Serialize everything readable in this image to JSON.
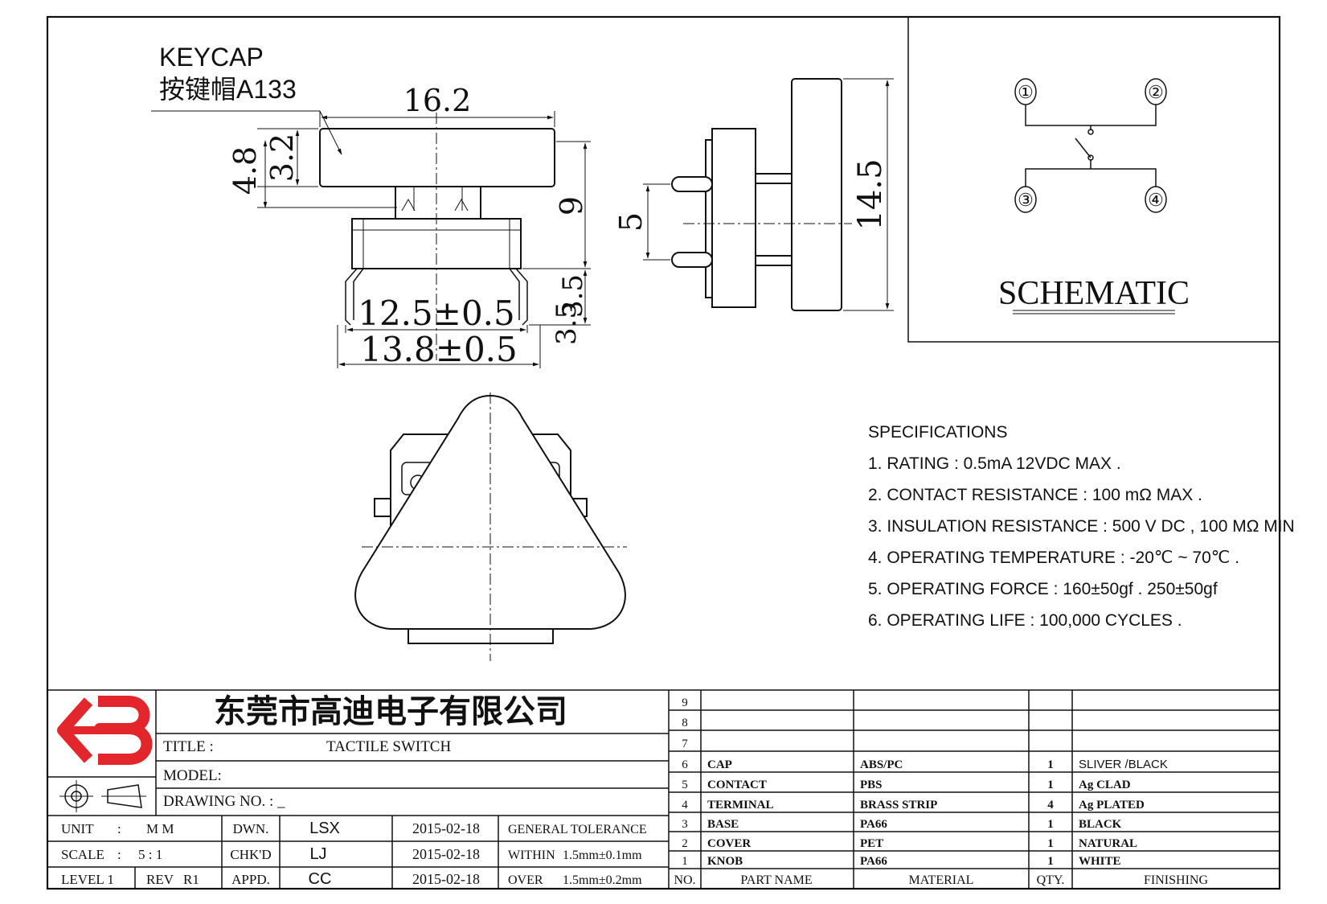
{
  "drawing": {
    "keycap_label": "KEYCAP",
    "keycap_label_cn": "按键帽A133",
    "dim_width": "16.2",
    "dim_total_height": "4.8",
    "dim_cap_height": "3.2",
    "dim_height": "9",
    "dim_leg": "3.5",
    "dim_leg2": "3.5",
    "dim_inner": "12.5±0.5",
    "dim_outer": "13.8±0.5",
    "dim_pin_pitch": "5",
    "dim_side_height": "14.5"
  },
  "schematic": {
    "title": "SCHEMATIC",
    "pins": [
      "①",
      "②",
      "③",
      "④"
    ]
  },
  "specifications": {
    "heading": "SPECIFICATIONS",
    "items": [
      "1. RATING : 0.5mA 12VDC MAX .",
      "2. CONTACT RESISTANCE : 100 mΩ MAX .",
      "3. INSULATION RESISTANCE : 500 V DC , 100 MΩ MIN",
      "4. OPERATING TEMPERATURE : -20℃ ~ 70℃ .",
      "5. OPERATING FORCE : 160±50gf . 250±50gf",
      "6. OPERATING LIFE : 100,000 CYCLES ."
    ]
  },
  "title_block": {
    "company": "东莞市高迪电子有限公司",
    "title_label": "TITLE :",
    "title_value": "TACTILE SWITCH",
    "model_label": "MODEL:",
    "drawing_no_label": "DRAWING NO. : _",
    "unit_label": "UNIT",
    "unit_colon": ":",
    "unit_value": "M M",
    "scale_label": "SCALE",
    "scale_colon": ":",
    "scale_value": "5 : 1",
    "level_label": "LEVEL 1",
    "rev_label": "REV",
    "rev_value": "R1",
    "dwn_label": "DWN.",
    "dwn_value": "LSX",
    "dwn_date": "2015-02-18",
    "chk_label": "CHK'D",
    "chk_value": "LJ",
    "chk_date": "2015-02-18",
    "appd_label": "APPD.",
    "appd_value": "CC",
    "appd_date": "2015-02-18",
    "tolerance_label": "GENERAL TOLERANCE",
    "within_label": "WITHIN",
    "within_value": "1.5mm±0.1mm",
    "over_label": "OVER",
    "over_value": "1.5mm±0.2mm"
  },
  "bom": {
    "headers": {
      "no": "NO.",
      "part": "PART  NAME",
      "material": "MATERIAL",
      "qty": "QTY.",
      "finishing": "FINISHING"
    },
    "rows": [
      {
        "no": "9",
        "part": "",
        "material": "",
        "qty": "",
        "finishing": ""
      },
      {
        "no": "8",
        "part": "",
        "material": "",
        "qty": "",
        "finishing": ""
      },
      {
        "no": "7",
        "part": "",
        "material": "",
        "qty": "",
        "finishing": ""
      },
      {
        "no": "6",
        "part": "CAP",
        "material": "ABS/PC",
        "qty": "1",
        "finishing": "SLIVER /BLACK"
      },
      {
        "no": "5",
        "part": "CONTACT",
        "material": "PBS",
        "qty": "1",
        "finishing": "Ag CLAD"
      },
      {
        "no": "4",
        "part": "TERMINAL",
        "material": "BRASS STRIP",
        "qty": "4",
        "finishing": "Ag PLATED"
      },
      {
        "no": "3",
        "part": "BASE",
        "material": "PA66",
        "qty": "1",
        "finishing": "BLACK"
      },
      {
        "no": "2",
        "part": "COVER",
        "material": "PET",
        "qty": "1",
        "finishing": "NATURAL"
      },
      {
        "no": "1",
        "part": "KNOB",
        "material": "PA66",
        "qty": "1",
        "finishing": "WHITE"
      }
    ]
  },
  "colors": {
    "logo_red": "#e3262b",
    "line": "#111111"
  }
}
